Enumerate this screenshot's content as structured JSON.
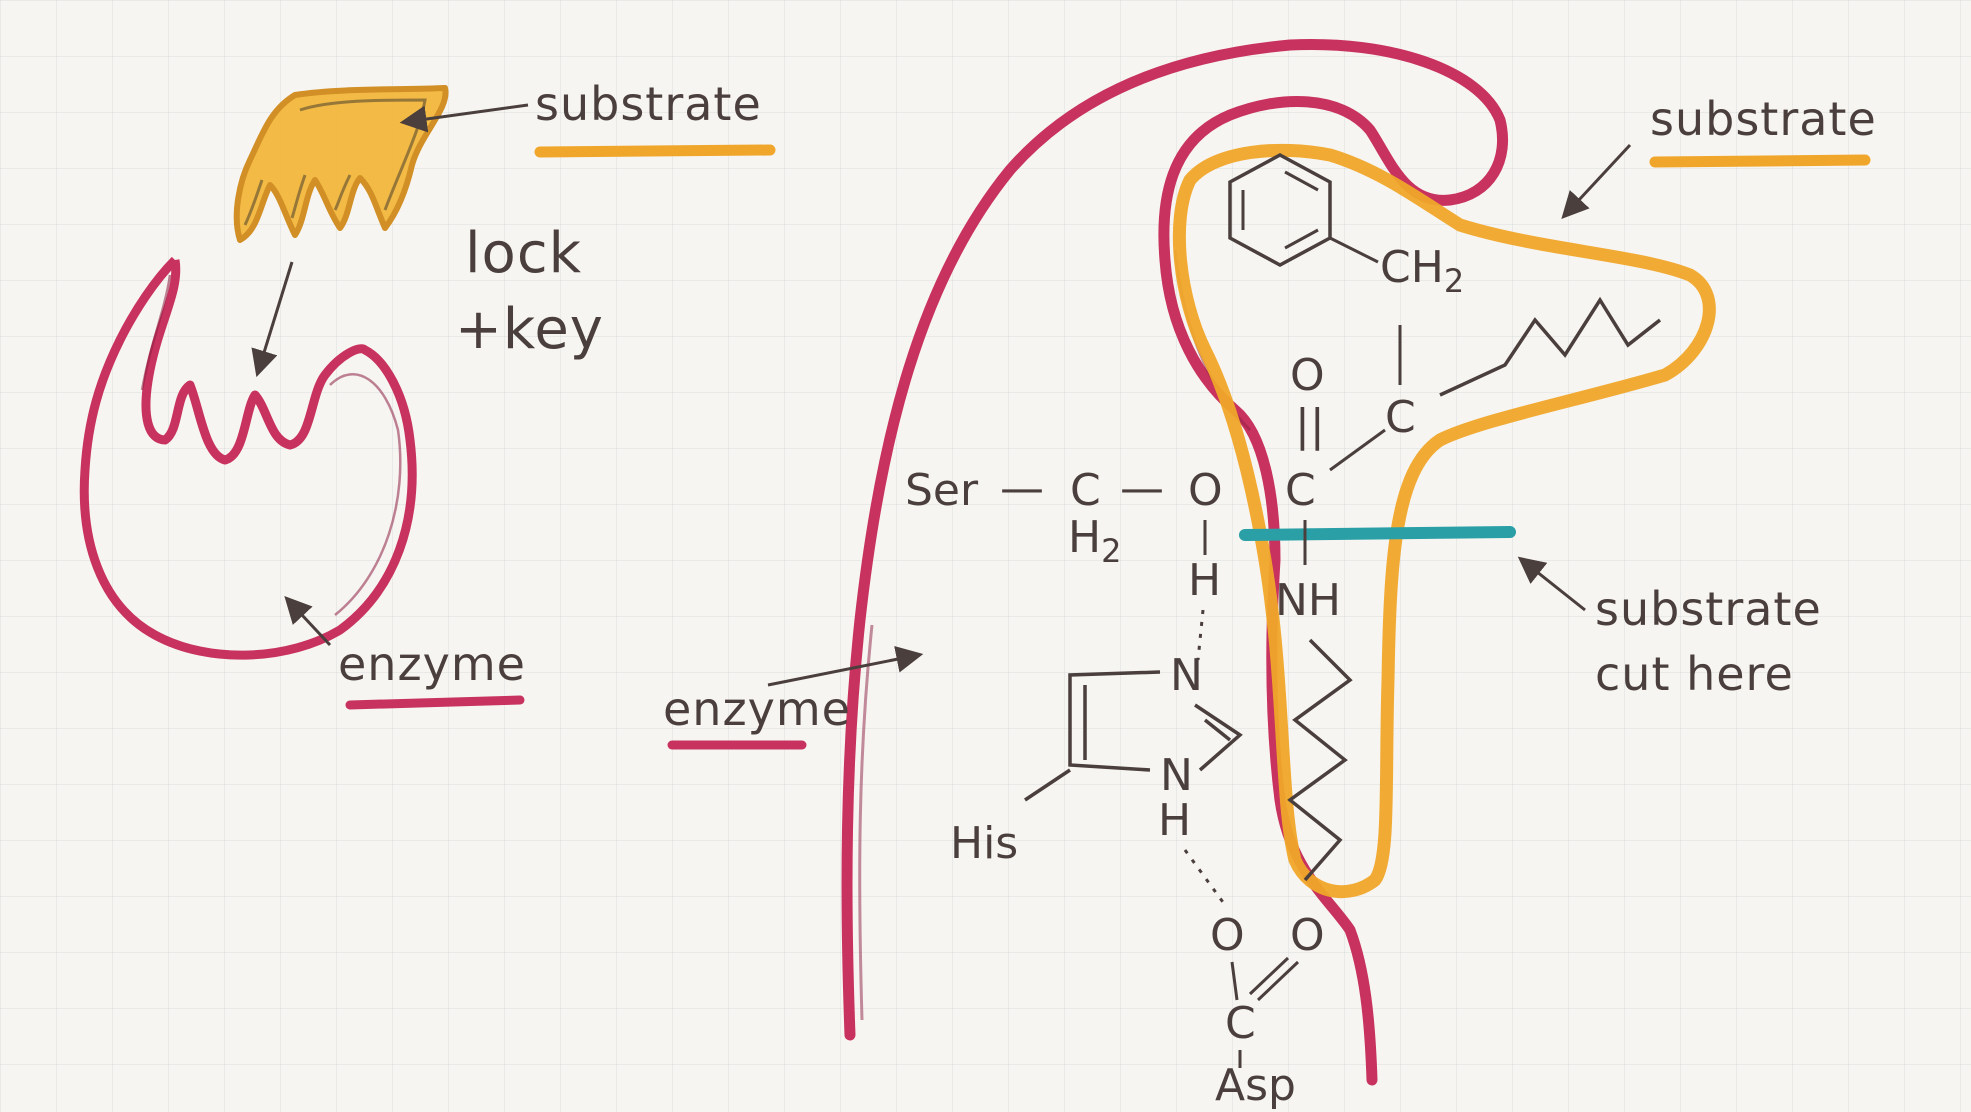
{
  "left_diagram": {
    "substrate_label": "substrate",
    "lock_line1": "lock",
    "lock_line2": "+key",
    "enzyme_label": "enzyme"
  },
  "right_diagram": {
    "enzyme_label": "enzyme",
    "substrate_label": "substrate",
    "cut_line1": "substrate",
    "cut_line2": "cut here",
    "chem": {
      "ch2": "CH",
      "ch2_sub": "2",
      "o_top": "O",
      "dbl_bond": "||",
      "c_mid": "C",
      "c_carbonyl": "C",
      "ser": "Ser",
      "dash": "—",
      "c_ser": "C",
      "h2": "H",
      "h2_sub": "2",
      "o_ser": "O",
      "h_top": "H",
      "nh": "NH",
      "n_top": "N",
      "n_bot": "N",
      "h_bot": "H",
      "his": "His",
      "o_asp_left": "O",
      "o_asp_right": "O",
      "c_asp": "C",
      "asp": "Asp"
    }
  },
  "colors": {
    "enzyme": "#c8325e",
    "substrate": "#f0a62a",
    "cut": "#2aa0a6",
    "ink": "#4a3f3c",
    "paper": "#f7f5f1"
  }
}
